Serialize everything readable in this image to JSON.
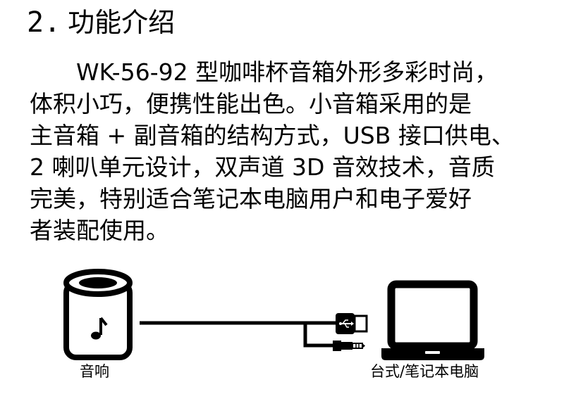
{
  "heading": {
    "number": "2.",
    "title": "功能介绍"
  },
  "paragraph": {
    "lines": [
      "WK-56-92 型咖啡杯音箱外形多彩时尚，",
      "体积小巧，便携性能出色。小音箱采用的是",
      "主音箱 + 副音箱的结构方式，USB 接口供电、",
      "2 喇叭单元设计，双声道 3D 音效技术，音质",
      "完美，特别适合笔记本电脑用户和电子爱好",
      "者装配使用。"
    ]
  },
  "diagram": {
    "speaker_caption": "音响",
    "computer_caption": "台式/笔记本电脑",
    "icons": [
      "speaker-icon",
      "music-note-icon",
      "usb-plug-icon",
      "audio-jack-icon",
      "laptop-icon"
    ]
  }
}
